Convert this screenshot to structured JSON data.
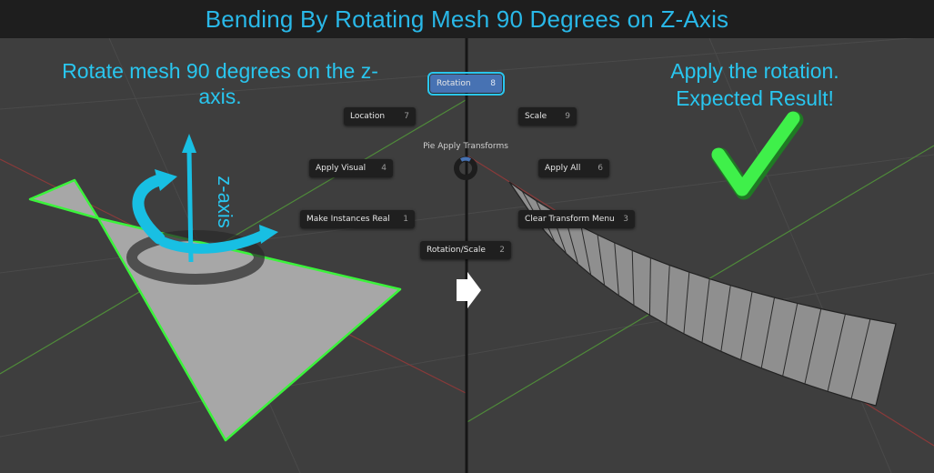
{
  "header": {
    "title": "Bending By Rotating Mesh 90 Degrees on Z-Axis"
  },
  "captions": {
    "left": "Rotate mesh 90 degrees on the z-axis.",
    "right_line1": "Apply the rotation.",
    "right_line2": "Expected Result!"
  },
  "axis_label": "z-axis",
  "pie_menu": {
    "title": "Pie Apply Transforms",
    "items": [
      {
        "label": "Rotation",
        "number": "8"
      },
      {
        "label": "Location",
        "number": "7"
      },
      {
        "label": "Scale",
        "number": "9"
      },
      {
        "label": "Apply Visual",
        "number": "4"
      },
      {
        "label": "Apply All",
        "number": "6"
      },
      {
        "label": "Make Instances Real",
        "number": "1"
      },
      {
        "label": "Clear Transform Menu",
        "number": "3"
      },
      {
        "label": "Rotation/Scale",
        "number": "2"
      }
    ]
  },
  "colors": {
    "title": "#29b8e8",
    "caption": "#29c6ef",
    "viewport_bg": "#3e3e3e",
    "mesh_outline": "#3bf33b",
    "checkmark": "#3ff04a",
    "pie_active": "#4772b3"
  },
  "icons": {
    "arrow": "right-arrow-icon",
    "check": "checkmark-icon",
    "rotate": "rotate-arrow-icon"
  }
}
